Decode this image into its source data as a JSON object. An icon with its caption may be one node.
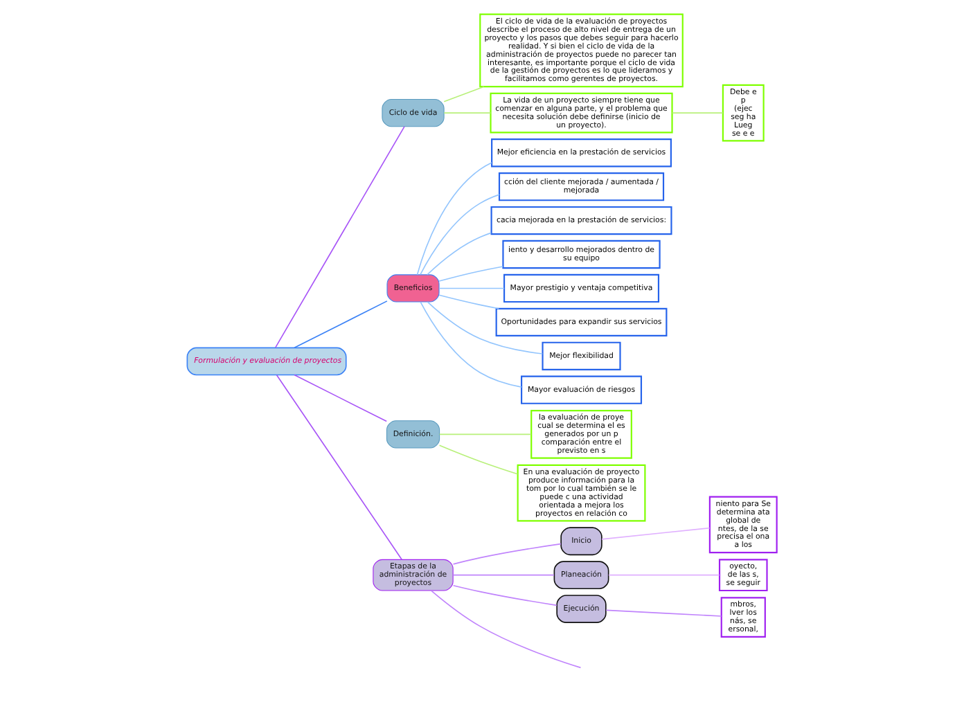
{
  "diagram": {
    "nodes": [
      {
        "text": [
          "Formulación y evaluación de proyectos"
        ]
      },
      {
        "text": [
          "Ciclo de vida"
        ]
      },
      {
        "text": [
          "El ciclo de vida de la evaluación de proyectos describe el proceso de alto nivel de entrega de un proyecto y los pasos que debes seguir para hacerlo realidad. Y si bien el ciclo de vida de la administración de proyectos puede no parecer tan interesante, es importante porque el ciclo de vida de la gestión de proyectos es lo que lideramos y facilitamos como gerentes de proyectos."
        ]
      },
      {
        "text": [
          "La vida de un proyecto siempre tiene que comenzar en alguna parte, y el problema que necesita solución debe definirse (inicio de un proyecto)."
        ]
      },
      {
        "text": [
          "Debe e p (ejec seg ha Lueg se e e"
        ]
      },
      {
        "text": [
          "Beneficios"
        ]
      },
      {
        "text": [
          "Mejor eficiencia en la prestación de servicios"
        ]
      },
      {
        "text": [
          "cción del cliente mejorada / aumentada / mejorada"
        ]
      },
      {
        "text": [
          "cacia mejorada en la prestación de servicios:"
        ]
      },
      {
        "text": [
          "iento y desarrollo mejorados dentro de su equipo"
        ]
      },
      {
        "text": [
          "Mayor prestigio y ventaja competitiva"
        ]
      },
      {
        "text": [
          "Oportunidades para expandir sus servicios"
        ]
      },
      {
        "text": [
          "Mejor flexibilidad"
        ]
      },
      {
        "text": [
          "Mayor evaluación de riesgos"
        ]
      },
      {
        "text": [
          "Definición."
        ]
      },
      {
        "text": [
          "la evaluación de proye cual se determina el es generados por un p comparación entre el previsto en s"
        ]
      },
      {
        "text": [
          "En una evaluación de proyecto produce información para la tom por lo cual también se le puede c una actividad orientada a mejora los proyectos en relación co"
        ]
      },
      {
        "text": [
          "Etapas de la administración de proyectos"
        ]
      },
      {
        "text": [
          "Inicio"
        ]
      },
      {
        "text": [
          "niento para Se determina ata global de ntes, de la se precisa el ona a los"
        ]
      },
      {
        "text": [
          "Planeación"
        ]
      },
      {
        "text": [
          "oyecto, de las s, se seguir"
        ]
      },
      {
        "text": [
          "Ejecución"
        ]
      },
      {
        "text": [
          "mbros, lver los nás, se ersonal,"
        ]
      }
    ],
    "edges": [
      {
        "from": 0,
        "to": 1,
        "arrow": "none",
        "color": "#a855f7"
      },
      {
        "from": 1,
        "to": 2,
        "arrow": "none",
        "color": "#b8f07a"
      },
      {
        "from": 1,
        "to": 3,
        "arrow": "none",
        "color": "#b8f07a"
      },
      {
        "from": 3,
        "to": 4,
        "arrow": "none",
        "color": "#b8f07a"
      },
      {
        "from": 0,
        "to": 5,
        "arrow": "none",
        "color": "#3b82f6"
      },
      {
        "from": 5,
        "to": 6,
        "arrow": "none",
        "color": "#93c5fd"
      },
      {
        "from": 5,
        "to": 7,
        "arrow": "none",
        "color": "#93c5fd"
      },
      {
        "from": 5,
        "to": 8,
        "arrow": "none",
        "color": "#93c5fd"
      },
      {
        "from": 5,
        "to": 9,
        "arrow": "none",
        "color": "#93c5fd"
      },
      {
        "from": 5,
        "to": 10,
        "arrow": "none",
        "color": "#93c5fd"
      },
      {
        "from": 5,
        "to": 11,
        "arrow": "none",
        "color": "#93c5fd"
      },
      {
        "from": 5,
        "to": 12,
        "arrow": "none",
        "color": "#93c5fd"
      },
      {
        "from": 5,
        "to": 13,
        "arrow": "none",
        "color": "#93c5fd"
      },
      {
        "from": 0,
        "to": 14,
        "arrow": "none",
        "color": "#a855f7"
      },
      {
        "from": 14,
        "to": 15,
        "arrow": "none",
        "color": "#b8f07a"
      },
      {
        "from": 14,
        "to": 16,
        "arrow": "none",
        "color": "#b8f07a"
      },
      {
        "from": 0,
        "to": 17,
        "arrow": "none",
        "color": "#a855f7"
      },
      {
        "from": 17,
        "to": 18,
        "arrow": "none",
        "color": "#c084fc"
      },
      {
        "from": 18,
        "to": 19,
        "arrow": "none",
        "color": "#e0b0ff"
      },
      {
        "from": 17,
        "to": 20,
        "arrow": "none",
        "color": "#c084fc"
      },
      {
        "from": 20,
        "to": 21,
        "arrow": "none",
        "color": "#e0b0ff"
      },
      {
        "from": 17,
        "to": 22,
        "arrow": "none",
        "color": "#c084fc"
      },
      {
        "from": 22,
        "to": 23,
        "arrow": "none",
        "color": "#c084fc"
      },
      {
        "from": 17,
        "to": null,
        "arrow": "none",
        "color": "#c084fc"
      }
    ]
  }
}
